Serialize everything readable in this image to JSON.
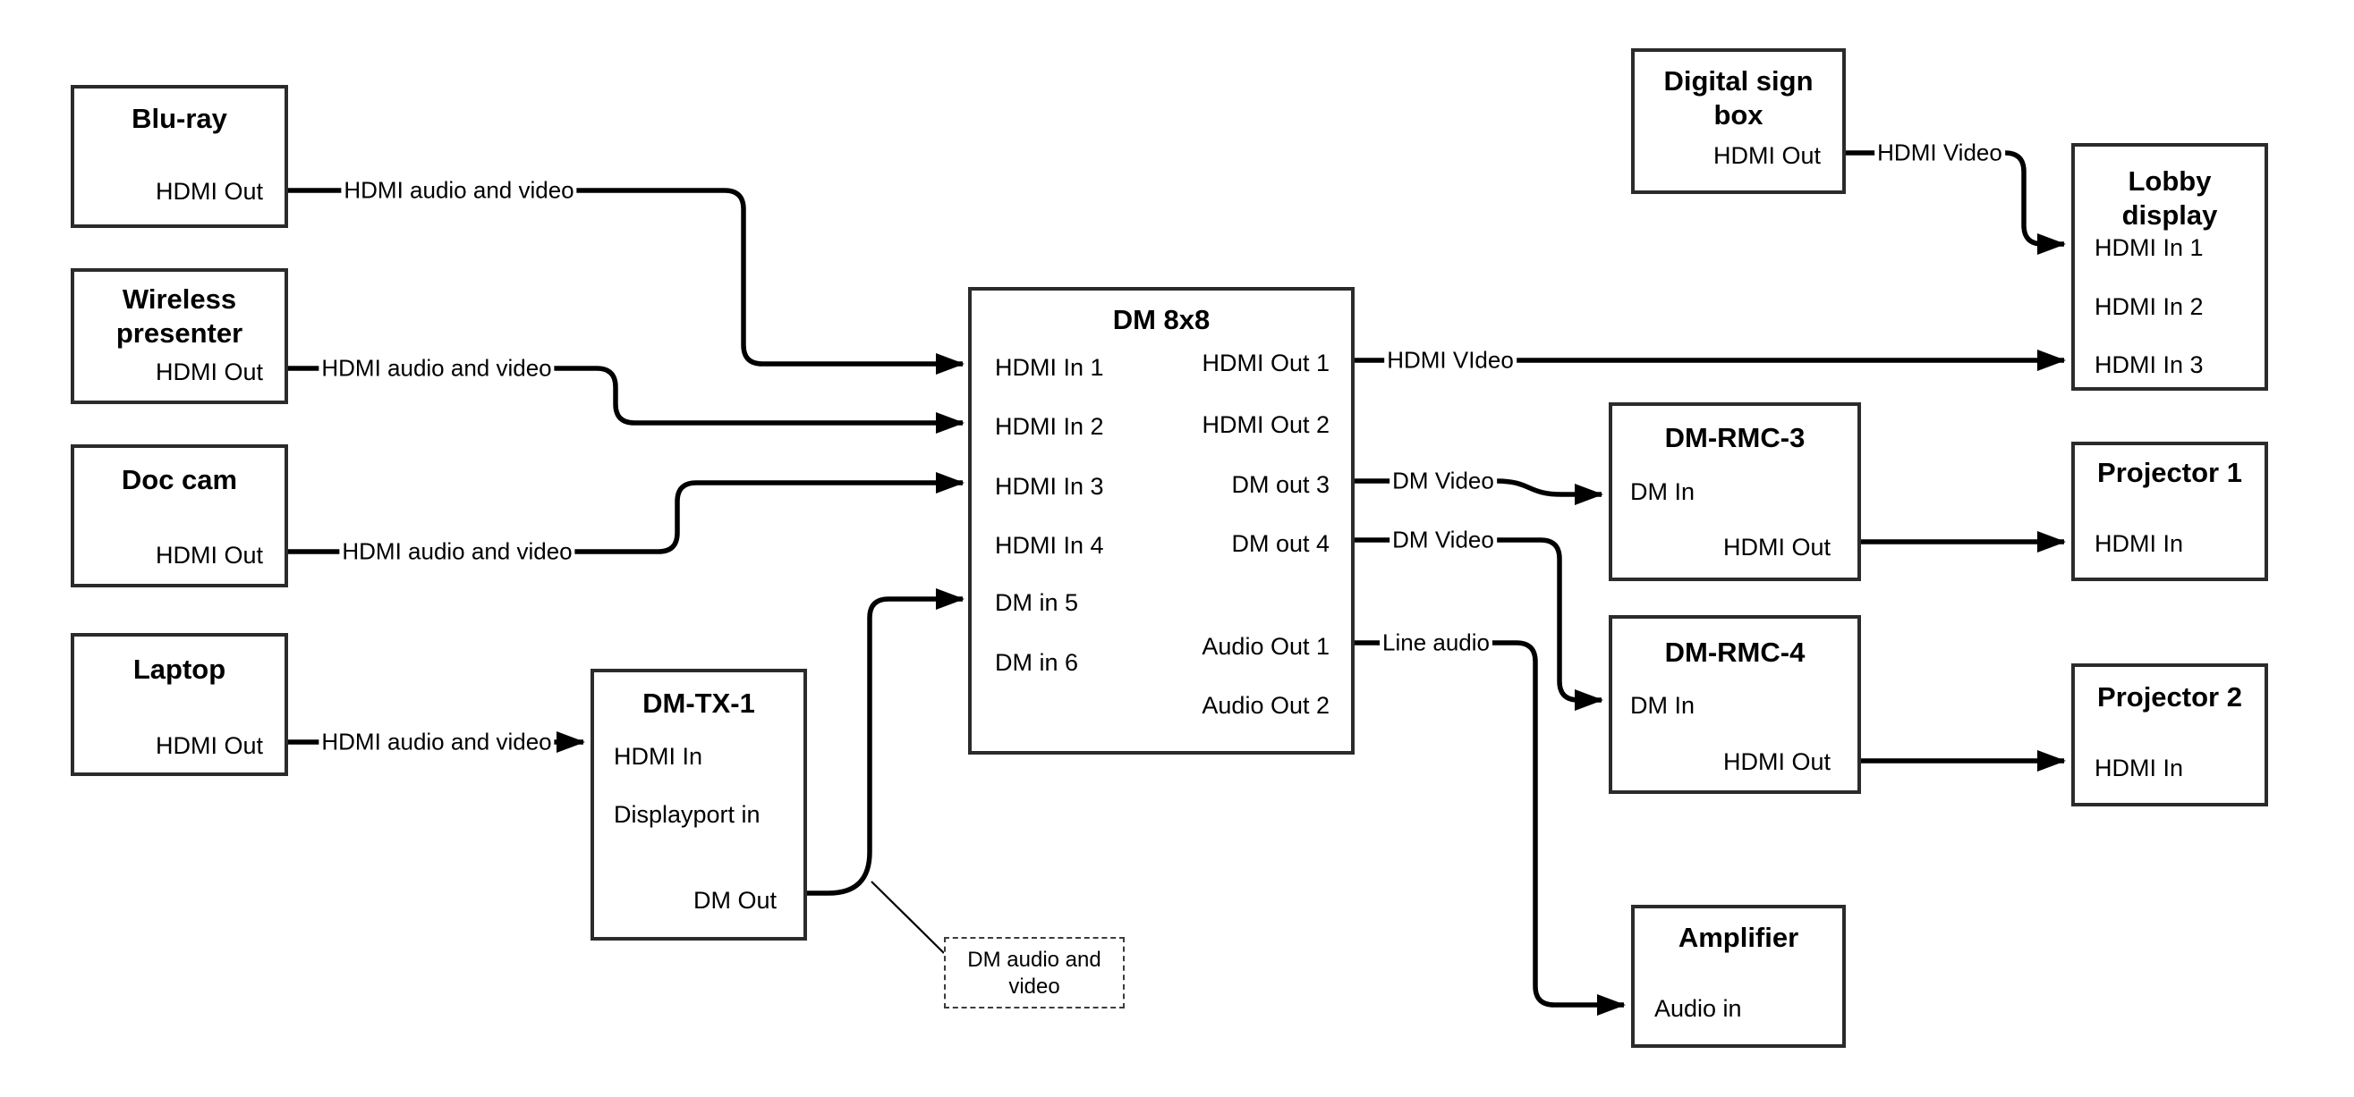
{
  "boxes": {
    "bluray": {
      "title": "Blu-ray",
      "port_hdmi_out": "HDMI Out"
    },
    "wireless": {
      "title": "Wireless presenter",
      "port_hdmi_out": "HDMI Out"
    },
    "doc_cam": {
      "title": "Doc cam",
      "port_hdmi_out": "HDMI Out"
    },
    "laptop": {
      "title": "Laptop",
      "port_hdmi_out": "HDMI Out"
    },
    "dm_tx_1": {
      "title": "DM-TX-1",
      "port_hdmi_in": "HDMI In",
      "port_displayport_in": "Displayport in",
      "port_dm_out": "DM Out"
    },
    "dm_8x8": {
      "title": "DM 8x8",
      "port_hdmi_in_1": "HDMI In 1",
      "port_hdmi_in_2": "HDMI In 2",
      "port_hdmi_in_3": "HDMI In 3",
      "port_hdmi_in_4": "HDMI In 4",
      "port_dm_in_5": "DM in 5",
      "port_dm_in_6": "DM in 6",
      "port_hdmi_out_1": "HDMI Out 1",
      "port_hdmi_out_2": "HDMI Out 2",
      "port_dm_out_3": "DM out 3",
      "port_dm_out_4": "DM out 4",
      "port_audio_out_1": "Audio Out 1",
      "port_audio_out_2": "Audio Out 2"
    },
    "digital_sign": {
      "title": "Digital sign box",
      "port_hdmi_out": "HDMI Out"
    },
    "lobby_display": {
      "title": "Lobby display",
      "port_hdmi_in_1": "HDMI In 1",
      "port_hdmi_in_2": "HDMI In 2",
      "port_hdmi_in_3": "HDMI In 3"
    },
    "dm_rmc_3": {
      "title": "DM-RMC-3",
      "port_dm_in": "DM In",
      "port_hdmi_out": "HDMI Out"
    },
    "projector_1": {
      "title": "Projector 1",
      "port_hdmi_in": "HDMI In"
    },
    "dm_rmc_4": {
      "title": "DM-RMC-4",
      "port_dm_in": "DM In",
      "port_hdmi_out": "HDMI Out"
    },
    "projector_2": {
      "title": "Projector 2",
      "port_hdmi_in": "HDMI In"
    },
    "amplifier": {
      "title": "Amplifier",
      "port_audio_in": "Audio in"
    }
  },
  "connections": {
    "bluray_to_dm8x8_in1": {
      "label": "HDMI audio and video"
    },
    "wireless_to_dm8x8_in2": {
      "label": "HDMI audio and video"
    },
    "doccam_to_dm8x8_in3": {
      "label": "HDMI audio and video"
    },
    "laptop_to_dmtx1": {
      "label": "HDMI audio and video"
    },
    "dm8x8_out1_to_lobby_in3": {
      "label": "HDMI VIdeo"
    },
    "dm8x8_out3_to_rmc3": {
      "label": "DM Video"
    },
    "dm8x8_out4_to_rmc4": {
      "label": "DM Video"
    },
    "dm8x8_audio1_to_amplifier": {
      "label": "Line audio"
    },
    "digitalsign_to_lobby_in1": {
      "label": "HDMI Video"
    }
  },
  "note": {
    "label": "DM audio and video"
  },
  "colors": {
    "background": "#ffffff",
    "line": "#000000",
    "box_border": "#2b2b2b",
    "text": "#000000"
  }
}
